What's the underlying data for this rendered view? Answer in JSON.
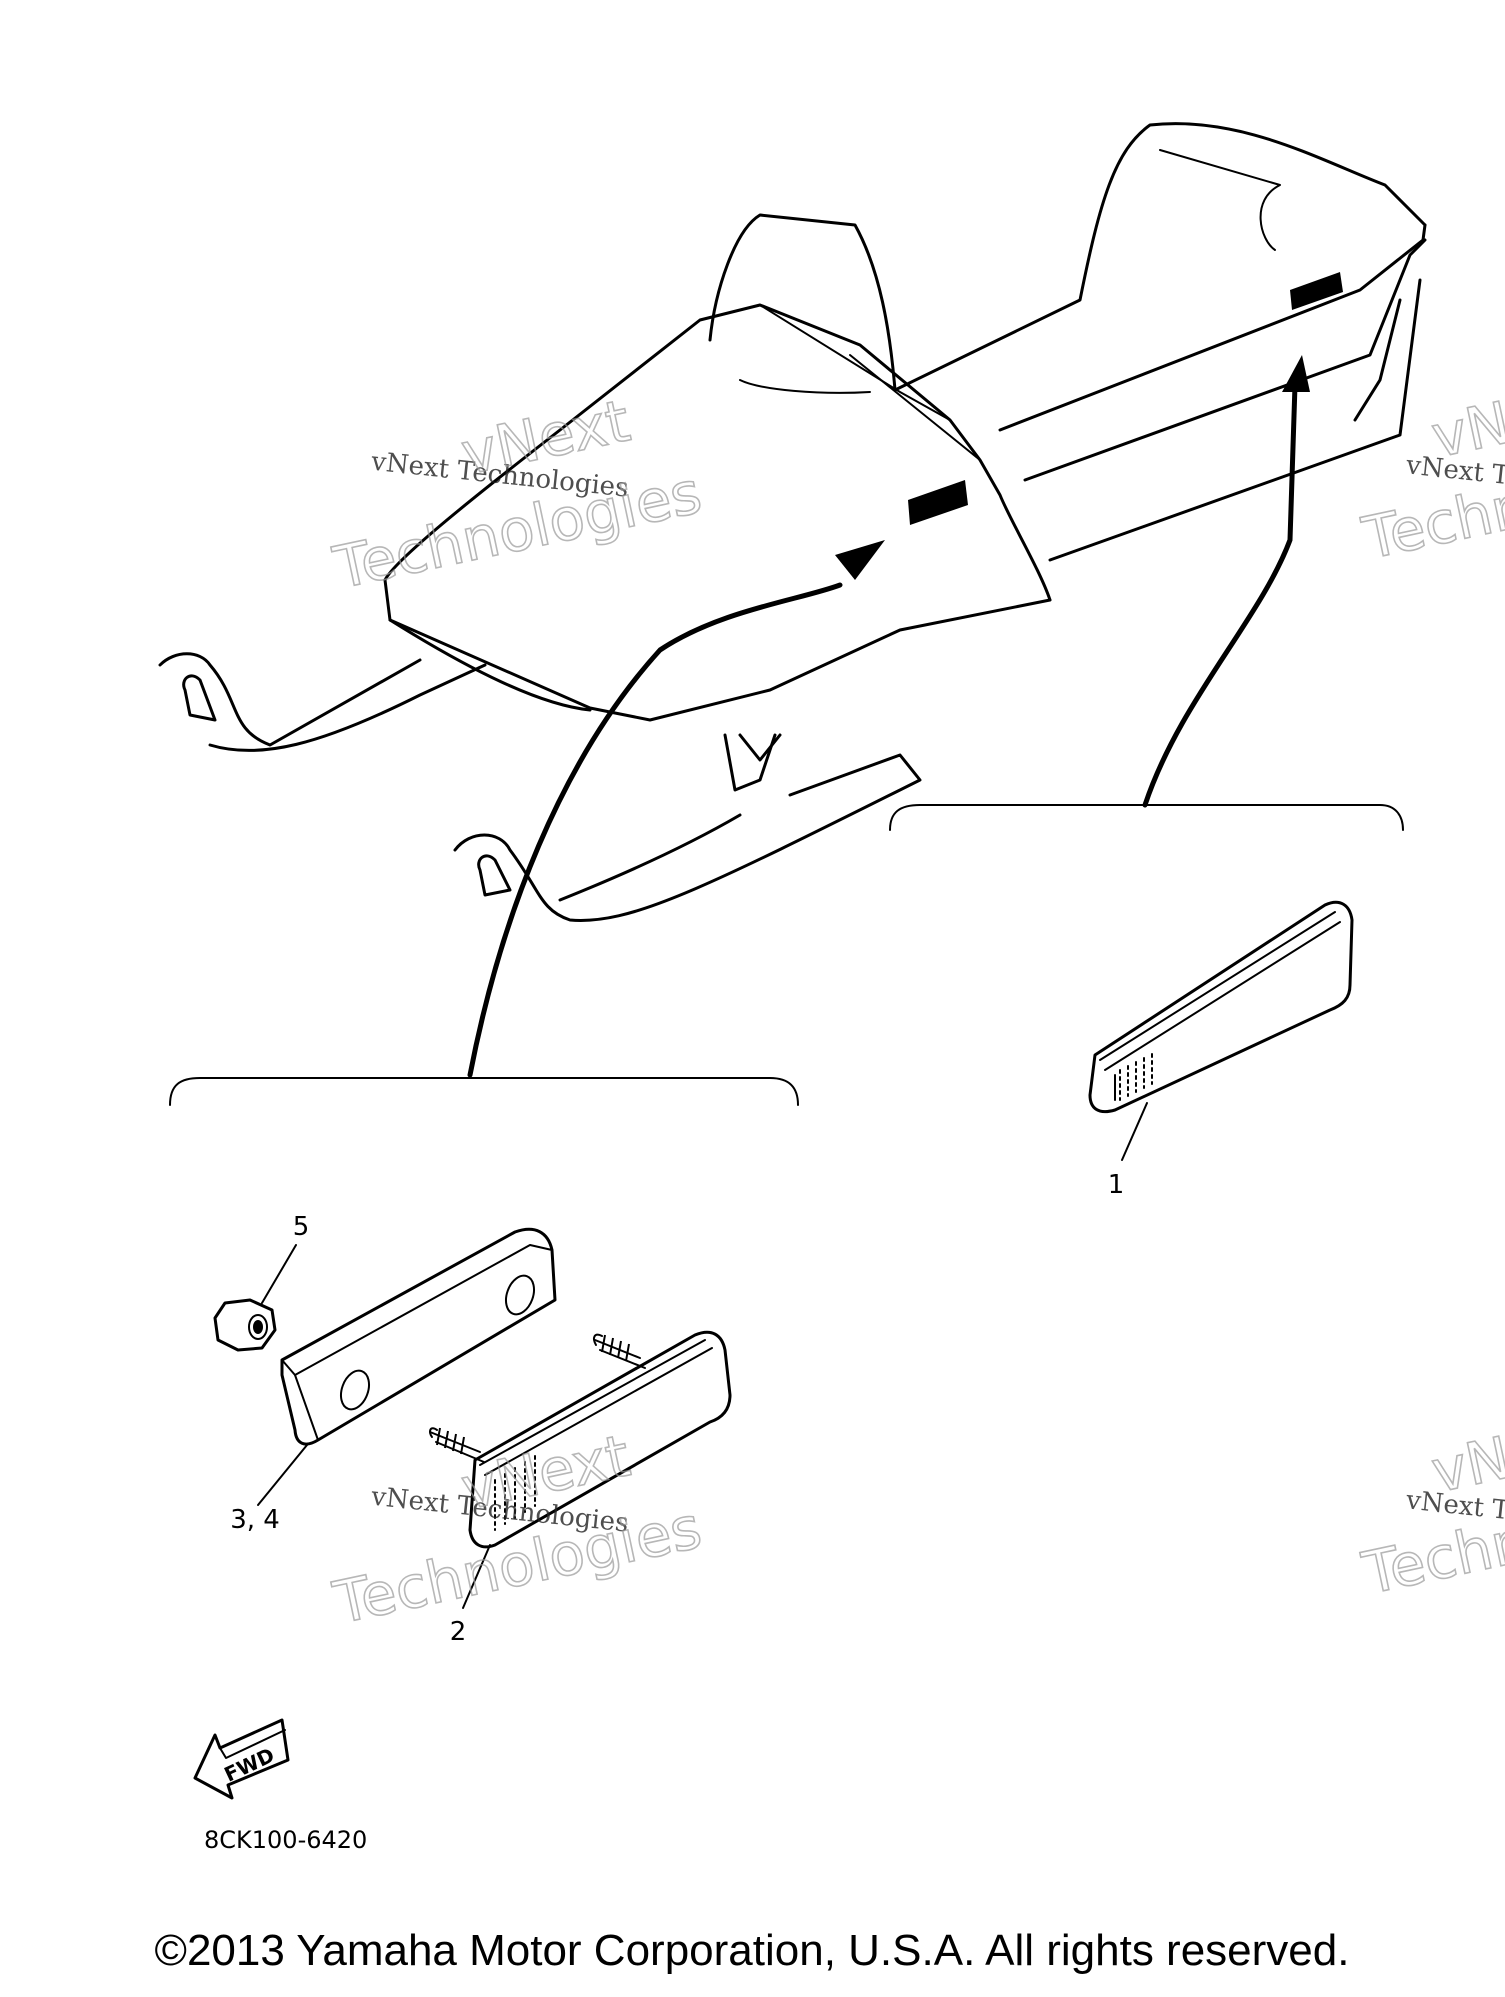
{
  "callouts": {
    "part1": "1",
    "part2": "2",
    "part3_4": "3, 4",
    "part5": "5"
  },
  "fwd_label": "FWD",
  "diagram_code": "8CK100-6420",
  "watermark": {
    "serif_text": "vNext Technologies",
    "outline_line1": "vNext",
    "outline_line2": "Technologies"
  },
  "copyright": "©2013 Yamaha Motor Corporation, U.S.A. All rights reserved."
}
